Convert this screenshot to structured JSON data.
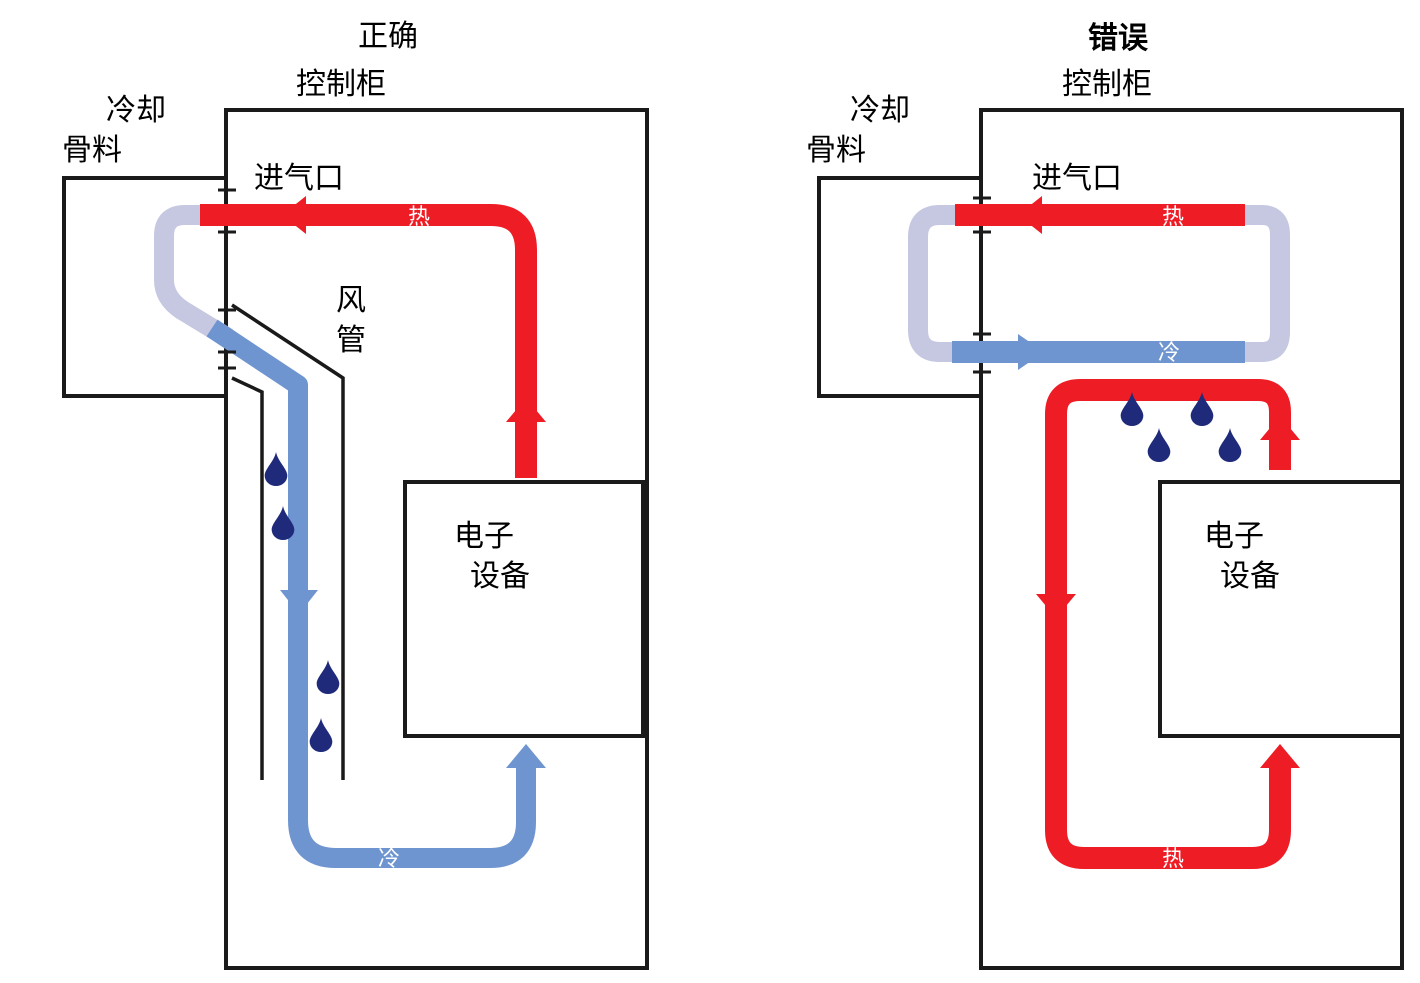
{
  "colors": {
    "hot": "#ee1c25",
    "cold": "#6f95d0",
    "cooler_loop": "#c6c8e2",
    "droplet": "#1f2a7a",
    "outline": "#1a1a1a"
  },
  "correct": {
    "title": "正确",
    "cabinet_label": "控制柜",
    "cooler_label_line1": "冷却",
    "cooler_label_line2": "骨料",
    "inlet_label": "进气口",
    "duct_label_line1": "风",
    "duct_label_line2": "管",
    "equipment_line1": "电子",
    "equipment_line2": "设备",
    "hot_label": "热",
    "cold_label": "冷"
  },
  "wrong": {
    "title": "错误",
    "cabinet_label": "控制柜",
    "cooler_label_line1": "冷却",
    "cooler_label_line2": "骨料",
    "inlet_label": "进气口",
    "equipment_line1": "电子",
    "equipment_line2": "设备",
    "hot_label_top": "热",
    "cold_label": "冷",
    "hot_label_bottom": "热"
  }
}
